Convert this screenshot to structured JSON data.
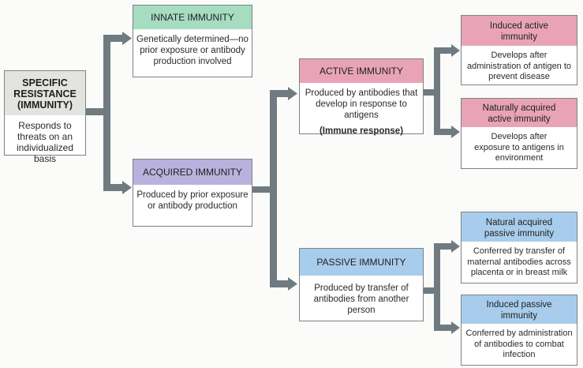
{
  "diagram": {
    "colors": {
      "connector": "#6f7b80",
      "root_header": "#e3e4df",
      "innate_header": "#a6dcc0",
      "acquired_header": "#b9b2dc",
      "active_header": "#e8a4b6",
      "passive_header": "#a8cdec"
    },
    "root": {
      "title": "SPECIFIC RESISTANCE (IMMUNITY)",
      "description": "Responds to threats on an individualized basis"
    },
    "innate": {
      "title": "INNATE IMMUNITY",
      "description": "Genetically determined—no prior exposure or antibody production involved"
    },
    "acquired": {
      "title": "ACQUIRED IMMUNITY",
      "description": "Produced by prior exposure or antibody production"
    },
    "active": {
      "title": "ACTIVE IMMUNITY",
      "description": "Produced by antibodies that develop in response to antigens",
      "note": "(Immune response)"
    },
    "passive": {
      "title": "PASSIVE IMMUNITY",
      "description": "Produced by transfer of antibodies from another person"
    },
    "induced_active": {
      "title": "Induced active immunity",
      "description": "Develops after administration of antigen to prevent disease"
    },
    "natural_active": {
      "title": "Naturally acquired active immunity",
      "description": "Develops after exposure to antigens in environment"
    },
    "natural_passive": {
      "title": "Natural acquired passive immunity",
      "description": "Conferred by transfer of maternal antibodies across placenta or in breast milk"
    },
    "induced_passive": {
      "title": "Induced passive immunity",
      "description": "Conferred by administration of antibodies to combat infection"
    }
  }
}
